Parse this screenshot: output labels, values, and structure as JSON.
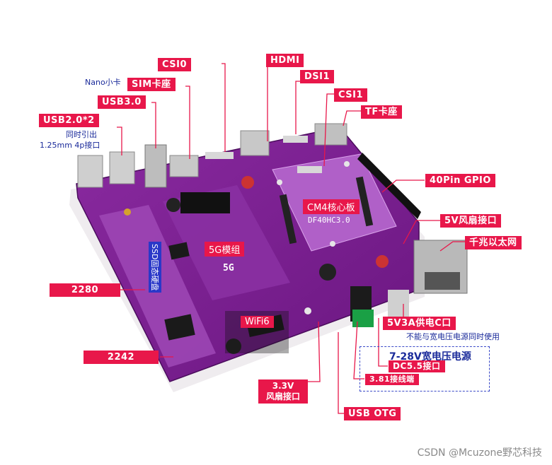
{
  "labels": {
    "hdmi": "HDMI",
    "csi0": "CSI0",
    "dsi1": "DSI1",
    "sim": "SIM卡座",
    "usb3": "USB3.0",
    "csi1": "CSI1",
    "usb2": "USB2.0*2",
    "tf": "TF卡座",
    "gpio": "40Pin GPIO",
    "cm4": "CM4核心板",
    "fan5v": "5V风扇接口",
    "ethernet": "千兆以太网",
    "module5g": "5G模组",
    "m2280": "2280",
    "wifi6": "WiFi6",
    "m2242": "2242",
    "power_c": "5V3A供电C口",
    "fan33": "3.3V\n风扇接口",
    "dc55": "DC5.5接口",
    "terminal": "3.81接线端",
    "usbotg": "USB OTG"
  },
  "notes": {
    "nano": "Nano小卡",
    "usb2_line1": "同时引出",
    "usb2_line2": "1.25mm 4p接口",
    "power_c_note": "不能与宽电压电源同时使用",
    "wide_voltage": "7-28V宽电压电源",
    "cm4_model": "DF40HC3.0",
    "ssd": "SSD固态硬盘",
    "logo5g": "5G"
  },
  "watermark": "CSDN @Mcuzone野芯科技",
  "colors": {
    "callout": "#e8174a",
    "board": "#7a1f8c",
    "note_text": "#1a2a9a"
  }
}
